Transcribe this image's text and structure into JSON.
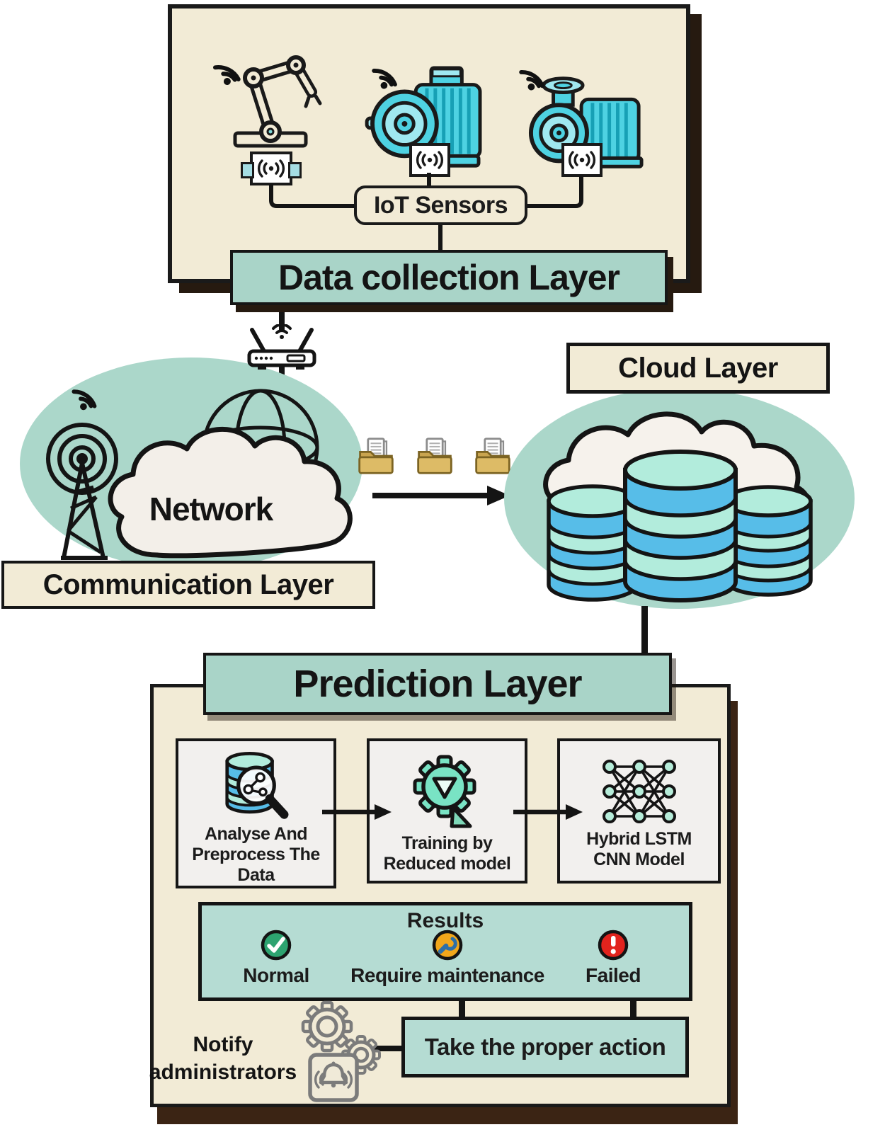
{
  "data_collection": {
    "layer_label": "Data collection Layer",
    "iot_sensors_label": "IoT Sensors",
    "devices": [
      "robotic-arm",
      "electric-motor",
      "pump"
    ]
  },
  "communication": {
    "layer_label": "Communication Layer",
    "network_label": "Network"
  },
  "cloud": {
    "layer_label": "Cloud Layer"
  },
  "prediction": {
    "layer_label": "Prediction Layer",
    "steps": [
      {
        "label": "Analyse And Preprocess The Data",
        "icon": "database-magnifier-icon"
      },
      {
        "label": "Training by Reduced model",
        "icon": "gear-training-icon"
      },
      {
        "label": "Hybrid LSTM CNN Model",
        "icon": "neural-network-icon"
      }
    ],
    "results": {
      "title": "Results",
      "items": [
        {
          "label": "Normal",
          "color": "#2da370",
          "icon": "check-circle-icon"
        },
        {
          "label": "Require maintenance",
          "color": "#f2a71b",
          "icon": "wrench-circle-icon"
        },
        {
          "label": "Failed",
          "color": "#e2231d",
          "icon": "exclamation-circle-icon"
        }
      ]
    },
    "action_label": "Take the proper action",
    "notify_label": "Notify administrators"
  },
  "icons": {
    "wifi": "wifi-signal-icon",
    "sensor": "iot-sensor-node-icon",
    "router": "wifi-router-icon",
    "antenna": "radio-tower-icon",
    "globe": "globe-icon",
    "cloud": "cloud-icon",
    "database": "database-stack-icon",
    "folder": "file-transfer-folder-icon",
    "bell": "notification-bell-icon",
    "gears": "process-gears-icon"
  },
  "colors": {
    "background": "#ffffff",
    "panel_cream": "#f2ebd6",
    "banner_teal": "#a9d4c8",
    "ellipse_teal": "#abd7ca",
    "box_teal": "#b5dcd3",
    "outline": "#1a1a1a",
    "machine_cyan": "#4ed2e2",
    "database_blue": "#57bde8",
    "folder_tan": "#ddbb66",
    "shadow_brown": "#32200f"
  }
}
